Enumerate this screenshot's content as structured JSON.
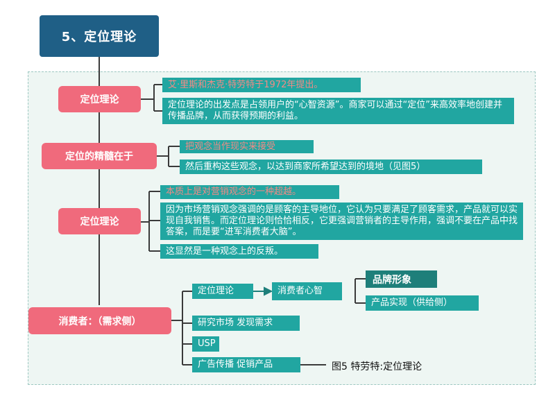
{
  "title": "5、定位理论",
  "sections": [
    {
      "label": "定位理论",
      "items": [
        "艾·里斯和杰克·特劳特于1972年提出。",
        "定位理论的出发点是占领用户的“心智资源”。商家可以通过“定位”来高效率地创建并传播品牌，从而获得预期的利益。"
      ]
    },
    {
      "label": "定位的精髓在于",
      "items": [
        "把观念当作现实来接受",
        "然后重构这些观念，以达到商家所希望达到的境地（见图5）"
      ]
    },
    {
      "label": "定位理论",
      "items": [
        "本质上是对营销观念的一种超越。",
        "因为市场营销观念强调的是顾客的主导地位，它认为只要满足了顾客需求，产品就可以实现自我销售。而定位理论则恰恰相反，它更强调营销者的主导作用，强调不要在产品中找答案，而是要“进军消费者大脑”。",
        "这显然是一种观念上的反叛。"
      ]
    },
    {
      "label": "消费者：（需求侧）",
      "items": [
        "定位理论",
        "研究市场 发现需求",
        "USP",
        "广告传播 促销产品"
      ],
      "sub": {
        "consumer_mind": "消费者心智",
        "brand_image": "品牌形象",
        "product_realize": "产品实现（供给侧）"
      }
    }
  ],
  "caption": "图5 特劳特:定位理论",
  "colors": {
    "title_bg": "#1f5f86",
    "pink": "#f06a7c",
    "teal": "#21a6a1",
    "dark_teal": "#1e7f7a",
    "panel": "#eef6f3"
  }
}
